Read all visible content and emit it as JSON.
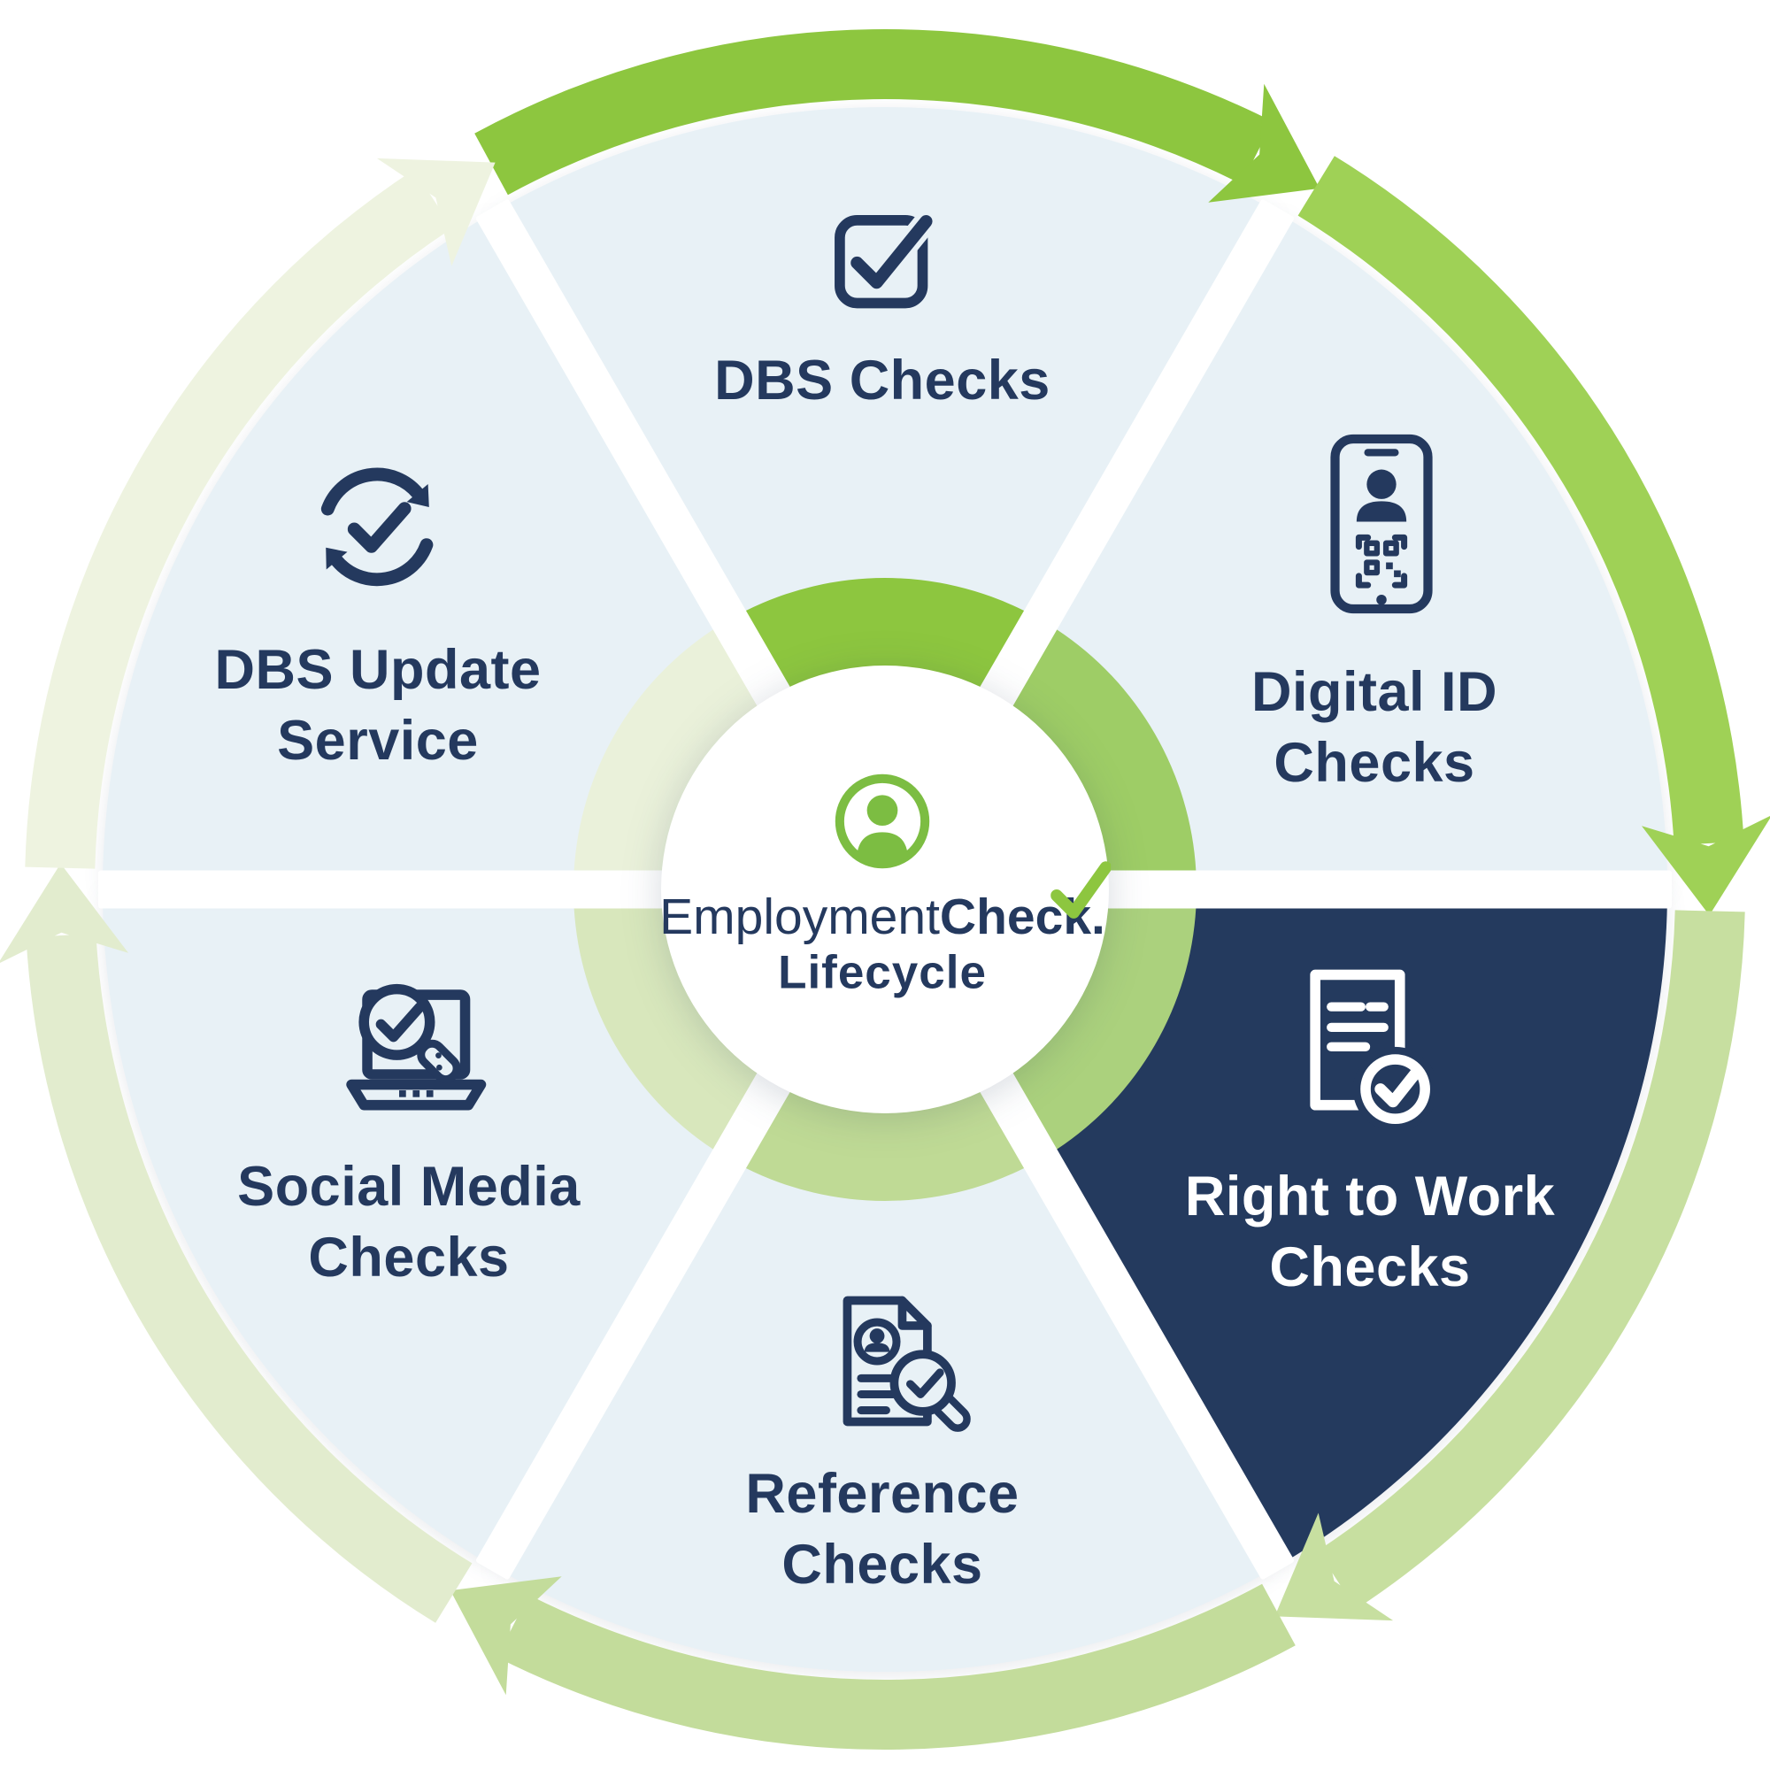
{
  "diagram": {
    "type": "cycle",
    "direction": "clockwise",
    "center_logo": {
      "brand_prefix": "Employment",
      "brand_bold": "Chec",
      "brand_k": "k",
      "brand_period": ".",
      "subtitle": "Lifecycle",
      "avatar_icon": "person-circle-icon"
    },
    "colors": {
      "navy": "#24395E",
      "navy_wedge": "#243A5E",
      "light_blue_wedge": "#E8F1F6",
      "bright_green": "#8DC63F",
      "logo_green": "#7CBD42",
      "white": "#FFFFFF"
    },
    "segments": [
      {
        "id": "dbs-checks",
        "label": "DBS Checks",
        "icon": "checkbox-check-icon",
        "start": 240,
        "end": 300,
        "wedge_color": "#E8F1F6",
        "ring_color": "#8DC63F",
        "arc_color": "#8DC63F",
        "text_color": "#24395E",
        "highlighted": false
      },
      {
        "id": "digital-id-checks",
        "label": "Digital ID\nChecks",
        "icon": "phone-id-qr-icon",
        "start": 300,
        "end": 360,
        "wedge_color": "#E8F1F6",
        "ring_color": "#9ECD66",
        "arc_color": "#9FD156",
        "text_color": "#24395E",
        "highlighted": false
      },
      {
        "id": "right-to-work-checks",
        "label": "Right to Work\nChecks",
        "icon": "document-check-icon",
        "start": 0,
        "end": 60,
        "wedge_color": "#243A5E",
        "ring_color": "#ABD17D",
        "arc_color": "#C7DFA0",
        "text_color": "#FFFFFF",
        "highlighted": true
      },
      {
        "id": "reference-checks",
        "label": "Reference\nChecks",
        "icon": "cv-magnifier-check-icon",
        "start": 60,
        "end": 120,
        "wedge_color": "#E8F1F6",
        "ring_color": "#BFDA95",
        "arc_color": "#C3DC9B",
        "text_color": "#24395E",
        "highlighted": false
      },
      {
        "id": "social-media-checks",
        "label": "Social Media\nChecks",
        "icon": "laptop-magnifier-check-icon",
        "start": 120,
        "end": 180,
        "wedge_color": "#E8F1F6",
        "ring_color": "#D8E7BC",
        "arc_color": "#E2ECCE",
        "text_color": "#24395E",
        "highlighted": false
      },
      {
        "id": "dbs-update-service",
        "label": "DBS Update\nService",
        "icon": "refresh-check-icon",
        "start": 180,
        "end": 240,
        "wedge_color": "#E8F1F6",
        "ring_color": "#EAF1DA",
        "arc_color": "#EEF3E0",
        "text_color": "#24395E",
        "highlighted": false
      }
    ]
  }
}
